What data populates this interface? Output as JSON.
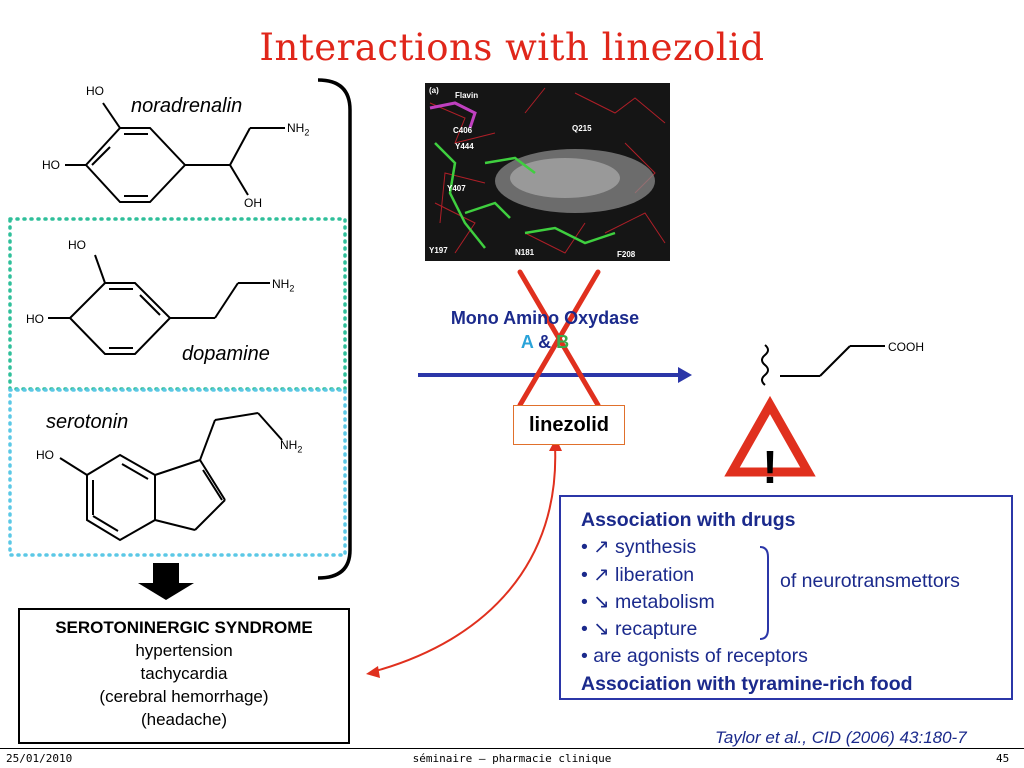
{
  "title": "Interactions with linezolid",
  "molecules": {
    "noradrenalin": {
      "name": "noradrenalin",
      "ho_top": "HO",
      "ho_left": "HO",
      "nh2": "NH2",
      "oh": "OH"
    },
    "dopamine": {
      "name": "dopamine",
      "ho_top": "HO",
      "ho_left": "HO",
      "nh2": "NH2"
    },
    "serotonin": {
      "name": "serotonin",
      "ho_left": "HO",
      "nh2": "NH2"
    },
    "acid": {
      "cooh": "COOH"
    }
  },
  "structure_image": {
    "panel_label": "(a)",
    "labels": [
      "Flavin",
      "C406",
      "Y444",
      "Q215",
      "Y407",
      "Y197",
      "N181",
      "F208"
    ]
  },
  "enzyme": {
    "name": "Mono Amino Oxydase",
    "a": "A",
    "and": " & ",
    "b": "B"
  },
  "inhibitor": "linezolid",
  "warning_symbol": "!",
  "syndrome": {
    "title": "SEROTONINERGIC SYNDROME",
    "lines": [
      "hypertension",
      "tachycardia",
      "(cerebral hemorrhage)",
      "(headache)"
    ]
  },
  "association": {
    "heading": "Association with drugs",
    "items": [
      "• ↗ synthesis",
      "• ↗ liberation",
      "• ↘ metabolism",
      "• ↘ recapture",
      "• are agonists of receptors"
    ],
    "bracket_label": "of neurotransmettors",
    "food": "Association with tyramine-rich food"
  },
  "citation": "Taylor et al., CID (2006) 43:180-7",
  "footer": {
    "date": "25/01/2010",
    "center": "séminaire – pharmacie clinique",
    "page": "45"
  },
  "colors": {
    "title": "#e0261a",
    "blue_text": "#1b2a8c",
    "arrow_blue": "#2b36a8",
    "cross_red": "#e0301e",
    "dotted_frame": "#2fbf9a",
    "dotted_frame2": "#5bc8e6"
  }
}
